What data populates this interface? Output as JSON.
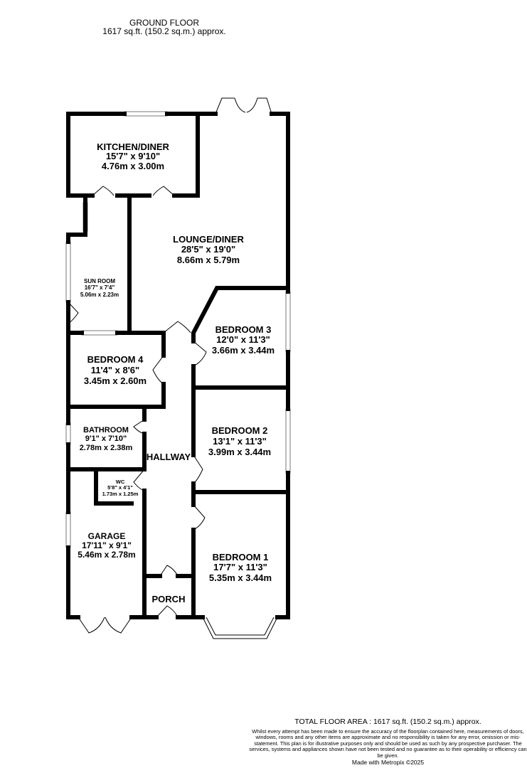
{
  "header": {
    "title": "GROUND FLOOR",
    "area": "1617 sq.ft. (150.2 sq.m.) approx."
  },
  "rooms": {
    "kitchen": {
      "name": "KITCHEN/DINER",
      "imperial": "15'7\"  x 9'10\"",
      "metric": "4.76m  x 3.00m"
    },
    "lounge": {
      "name": "LOUNGE/DINER",
      "imperial": "28'5\"  x 19'0\"",
      "metric": "8.66m  x 5.79m"
    },
    "sunroom": {
      "name": "SUN ROOM",
      "imperial": "16'7\"  x 7'4\"",
      "metric": "5.06m  x 2.23m"
    },
    "bedroom3": {
      "name": "BEDROOM 3",
      "imperial": "12'0\"  x 11'3\"",
      "metric": "3.66m  x 3.44m"
    },
    "bedroom4": {
      "name": "BEDROOM 4",
      "imperial": "11'4\"  x 8'6\"",
      "metric": "3.45m  x 2.60m"
    },
    "bathroom": {
      "name": "BATHROOM",
      "imperial": "9'1\"  x 7'10\"",
      "metric": "2.78m  x 2.38m"
    },
    "bedroom2": {
      "name": "BEDROOM 2",
      "imperial": "13'1\"  x 11'3\"",
      "metric": "3.99m  x 3.44m"
    },
    "hallway": {
      "name": "HALLWAY"
    },
    "wc": {
      "name": "WC",
      "imperial": "5'8\"  x 4'1\"",
      "metric": "1.73m  x 1.25m"
    },
    "garage": {
      "name": "GARAGE",
      "imperial": "17'11\"  x 9'1\"",
      "metric": "5.46m  x 2.78m"
    },
    "bedroom1": {
      "name": "BEDROOM 1",
      "imperial": "17'7\"  x 11'3\"",
      "metric": "5.35m  x 3.44m"
    },
    "porch": {
      "name": "PORCH"
    }
  },
  "footer": {
    "total": "TOTAL FLOOR AREA : 1617 sq.ft. (150.2 sq.m.) approx.",
    "disclaimer": "Whilst every attempt has been made to ensure the accuracy of the floorplan contained here, measurements of doors, windows, rooms and any other items are approximate and no responsibility is taken for any error, omission or mis-statement. This plan is for illustrative purposes only and should be used as such by any prospective purchaser. The services, systems and appliances shown have not been tested and no guarantee as to their operability or efficiency can be given.",
    "credit": "Made with Metropix ©2025"
  }
}
